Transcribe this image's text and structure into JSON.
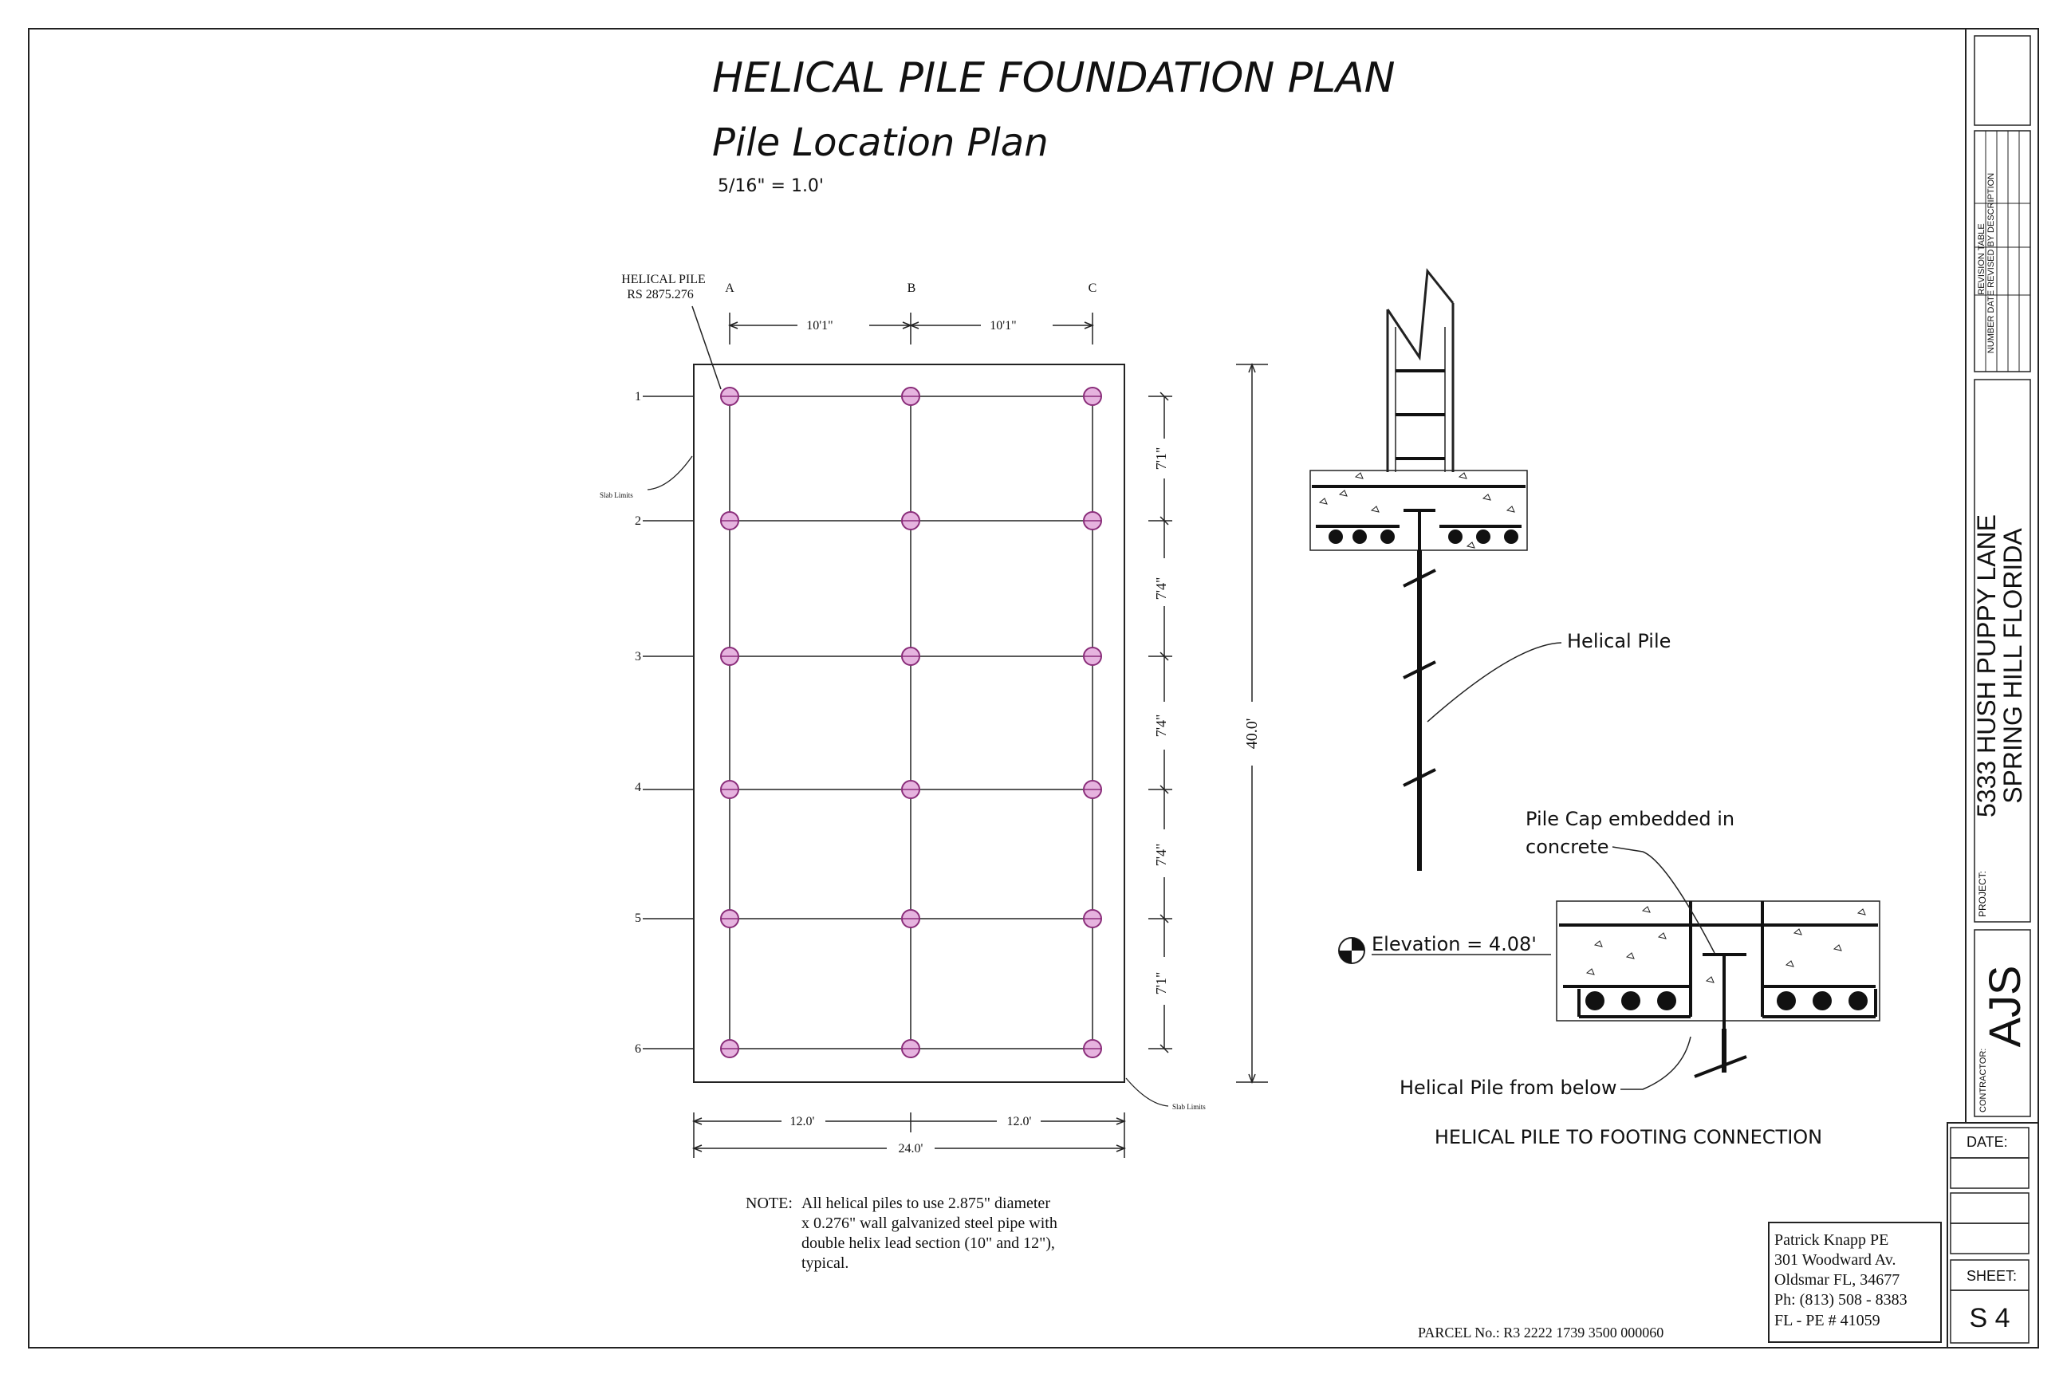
{
  "title": "HELICAL PILE FOUNDATION PLAN",
  "subtitle": "Pile Location Plan",
  "scale": "5/16\" = 1.0'",
  "plan": {
    "callout": {
      "line1": "HELICAL PILE",
      "line2": "RS 2875.276"
    },
    "slab_label": "Slab Limits",
    "col_labels": [
      "A",
      "B",
      "C"
    ],
    "row_labels": [
      "1",
      "2",
      "3",
      "4",
      "5",
      "6"
    ],
    "top_dims": [
      "10'1\"",
      "10'1\""
    ],
    "side_dims": [
      "7'1\"",
      "7'4\"",
      "7'4\"",
      "7'4\"",
      "7'1\""
    ],
    "overall_height": "40.0'",
    "bottom_dims": [
      "12.0'",
      "12.0'"
    ],
    "overall_width": "24.0'"
  },
  "detail": {
    "helical_pile": "Helical Pile",
    "pile_cap_line1": "Pile Cap embedded in",
    "pile_cap_line2": "concrete",
    "elevation": "Elevation = 4.08'",
    "pile_from_below": "Helical Pile from below",
    "caption": "HELICAL PILE TO FOOTING CONNECTION"
  },
  "note": {
    "label": "NOTE:",
    "lines": [
      "All helical piles to use 2.875\" diameter",
      "x 0.276\" wall galvanized steel pipe with",
      "double helix lead section (10\" and 12\"),",
      "typical."
    ]
  },
  "parcel": "PARCEL No.: R3 2222 1739 3500 000060",
  "engineer": {
    "name": "Patrick Knapp PE",
    "address": "301 Woodward Av.",
    "city": "Oldsmar FL, 34677",
    "phone": "Ph: (813) 508 - 8383",
    "license": "FL - PE # 41059"
  },
  "title_block": {
    "revision_table": "REVISION TABLE",
    "revision_columns": "NUMBER DATE REVISED BY DESCRIPTION",
    "project_label": "PROJECT:",
    "project_line1": "5333 HUSH PUPPY LANE",
    "project_line2": "SPRING HILL FLORIDA",
    "contractor_label": "CONTRACTOR:",
    "contractor": "AJS",
    "date_label": "DATE:",
    "sheet_label": "SHEET:",
    "sheet": "S 4"
  },
  "colors": {
    "pile_fill": "#e6b3df",
    "pile_stroke": "#8a2d7a",
    "line": "#222222"
  }
}
